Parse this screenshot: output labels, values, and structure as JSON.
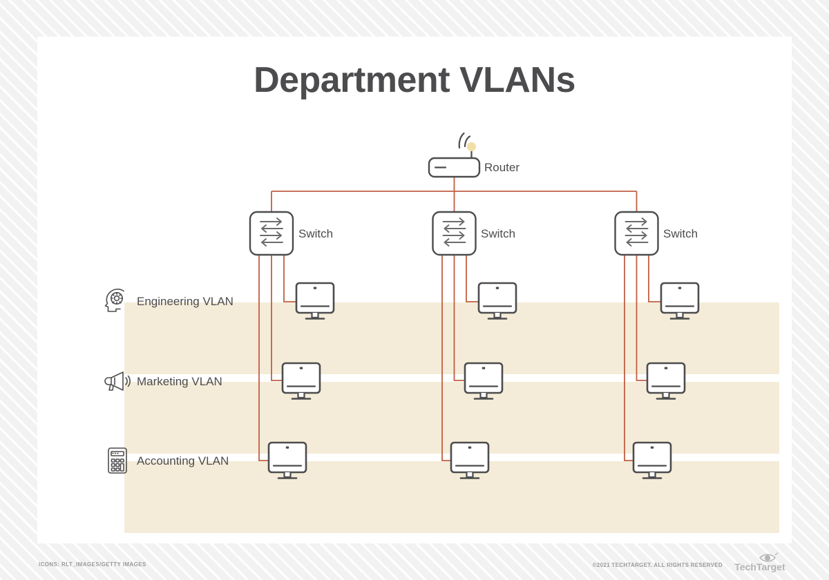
{
  "page": {
    "title": "Department VLANs",
    "background_color": "#f2f2f2",
    "card_color": "#ffffff",
    "link_color": "#c05e42",
    "band_color": "#f4ecd8",
    "ink_color": "#4c4c4e"
  },
  "nodes": {
    "router": {
      "label": "Router",
      "icon": "router-icon"
    },
    "switches": [
      {
        "label": "Switch",
        "icon": "switch-icon"
      },
      {
        "label": "Switch",
        "icon": "switch-icon"
      },
      {
        "label": "Switch",
        "icon": "switch-icon"
      }
    ]
  },
  "vlans": [
    {
      "label": "Engineering VLAN",
      "icon": "head-gear-icon",
      "computers": 3
    },
    {
      "label": "Marketing VLAN",
      "icon": "megaphone-icon",
      "computers": 3
    },
    {
      "label": "Accounting VLAN",
      "icon": "calculator-icon",
      "computers": 3
    }
  ],
  "computer": {
    "icon": "desktop-monitor-icon"
  },
  "footer": {
    "credit": "ICONS: RLT_IMAGES/GETTY IMAGES",
    "copyright": "©2021 TECHTARGET. ALL RIGHTS RESERVED",
    "logo_text": "TechTarget",
    "logo_icon": "eye-logo-icon"
  }
}
